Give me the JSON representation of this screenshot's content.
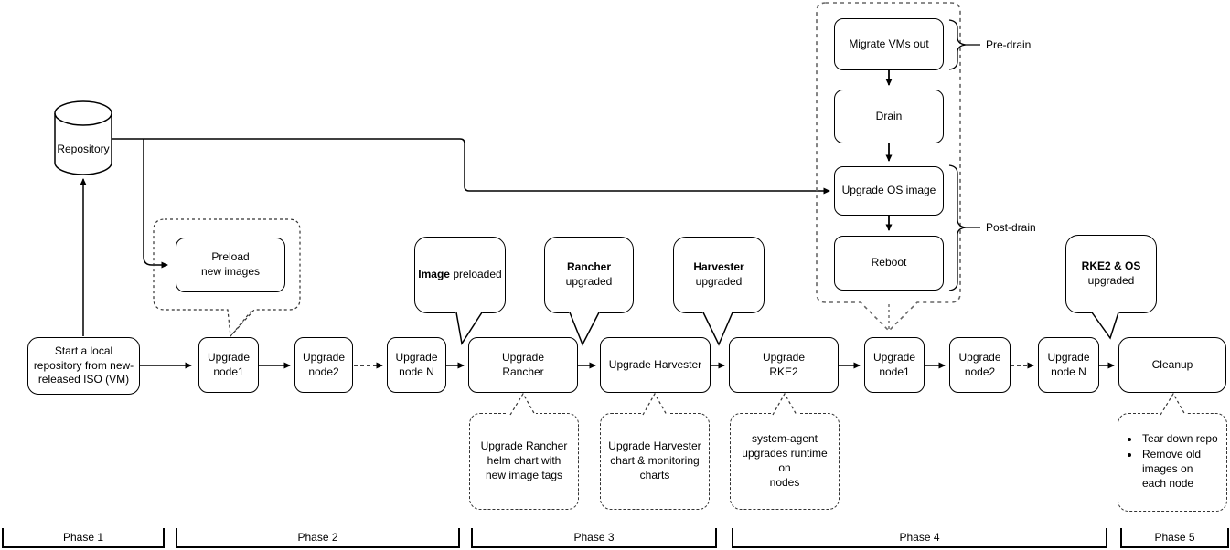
{
  "repository": {
    "label": "Repository"
  },
  "flow": {
    "start": "Start a local\nrepository from new-\nreleased ISO (VM)",
    "node1_a": "Upgrade\nnode1",
    "node2_a": "Upgrade\nnode2",
    "nodeN_a": "Upgrade\nnode N",
    "rancher": "Upgrade\nRancher",
    "harvester": "Upgrade Harvester",
    "rke2": "Upgrade\nRKE2",
    "node1_b": "Upgrade\nnode1",
    "node2_b": "Upgrade\nnode2",
    "nodeN_b": "Upgrade\nnode N",
    "cleanup": "Cleanup"
  },
  "node_drain": {
    "migrate": "Migrate VMs out",
    "drain": "Drain",
    "upgrade_os": "Upgrade OS image",
    "reboot": "Reboot",
    "pre_drain": "Pre-drain",
    "post_drain": "Post-drain"
  },
  "callouts": {
    "preload": "Preload\nnew images",
    "image_preloaded": {
      "bold": "Image",
      "rest": " preloaded"
    },
    "rancher_upgraded": {
      "bold": "Rancher",
      "rest": "upgraded"
    },
    "harvester_upgraded": {
      "bold": "Harvester",
      "rest": "upgraded"
    },
    "rke2_os_upgraded": {
      "bold": "RKE2 & OS",
      "rest": "upgraded"
    },
    "rancher_note": "Upgrade Rancher\nhelm chart with\nnew image tags",
    "harvester_note": "Upgrade Harvester\nchart & monitoring\ncharts",
    "rke2_note": "system-agent\nupgrades runtime on\nnodes",
    "cleanup_note": [
      "Tear down repo",
      "Remove old images on each node"
    ]
  },
  "phases": [
    "Phase 1",
    "Phase 2",
    "Phase 3",
    "Phase 4",
    "Phase 5"
  ],
  "colors": {
    "stroke": "#000000",
    "dashed_container": "#666666",
    "background": "#ffffff"
  }
}
